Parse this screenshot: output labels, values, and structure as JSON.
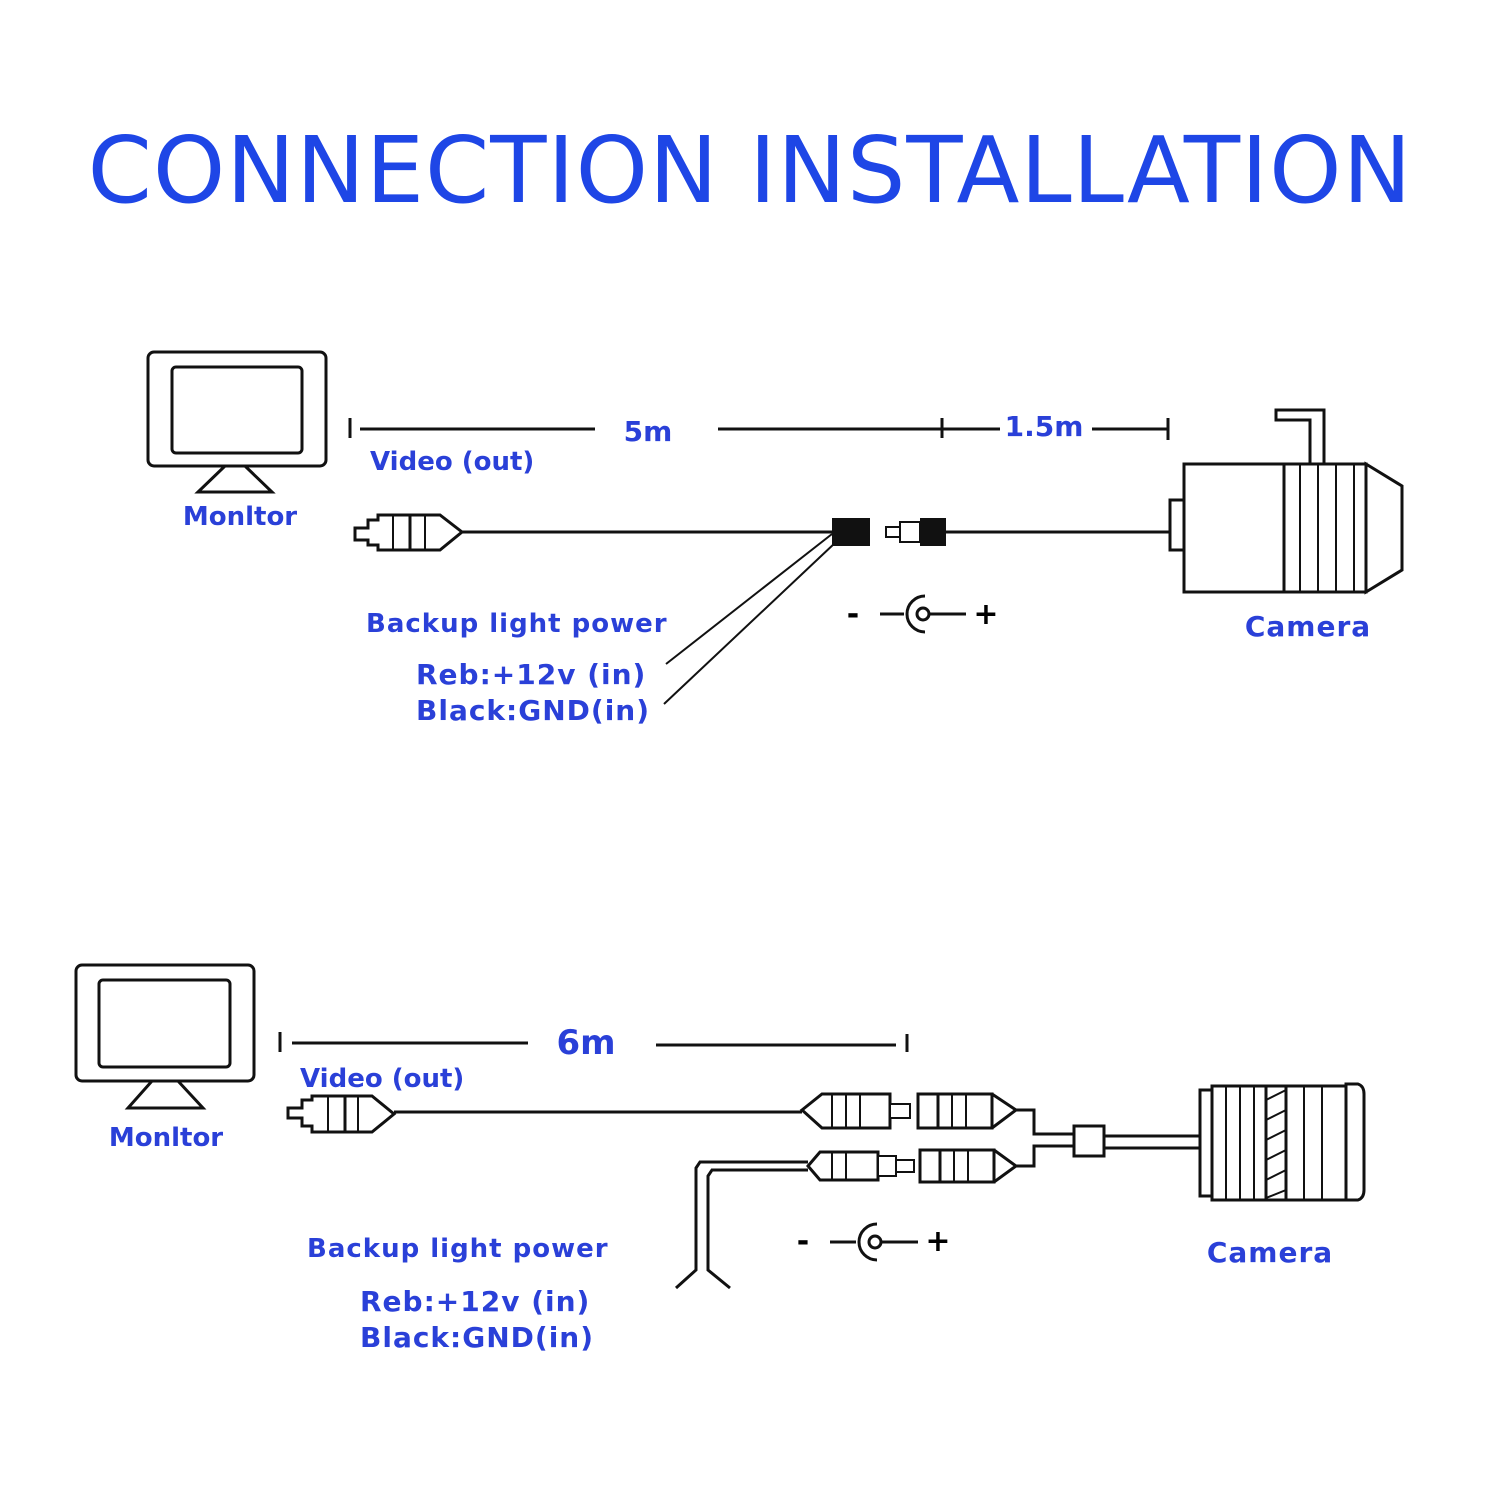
{
  "title": "CONNECTION INSTALLATION",
  "diagram1": {
    "monitor_label": "Monltor",
    "video_label": "Video (out)",
    "length_main": "5m",
    "length_camera": "1.5m",
    "power_label": "Backup light power",
    "red_wire": "Reb:+12v (in)",
    "black_wire": "Black:GND(in)",
    "polarity_minus": "-",
    "polarity_plus": "+",
    "camera_label": "Camera"
  },
  "diagram2": {
    "monitor_label": "Monltor",
    "video_label": "Video (out)",
    "length_main": "6m",
    "power_label": "Backup light power",
    "red_wire": "Reb:+12v (in)",
    "black_wire": "Black:GND(in)",
    "polarity_minus": "-",
    "polarity_plus": "+",
    "camera_label": "Camera"
  },
  "colors": {
    "label_blue": "#2a40d8",
    "title_blue": "#1e46e6",
    "line": "#111111"
  }
}
